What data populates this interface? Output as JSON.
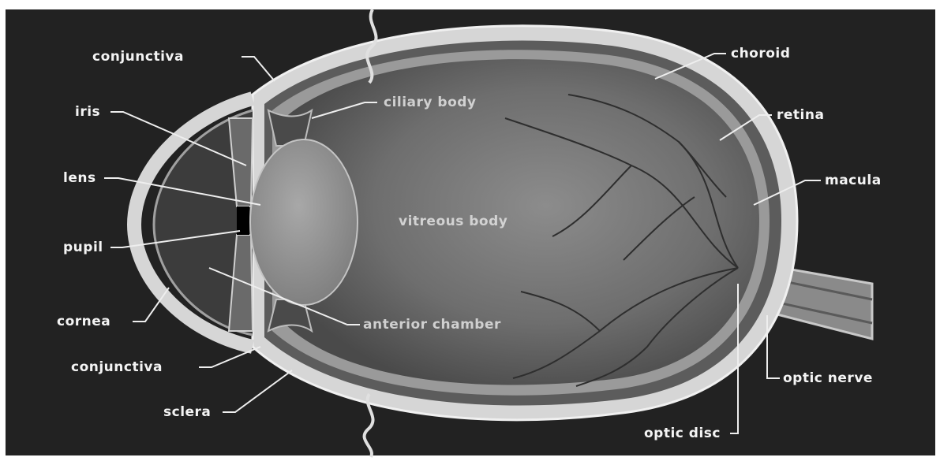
{
  "figure": {
    "background": "#222222",
    "labels": {
      "conjunctiva_top": "conjunctiva",
      "iris": "iris",
      "lens": "lens",
      "pupil": "pupil",
      "cornea": "cornea",
      "conjunctiva_bottom": "conjunctiva",
      "sclera": "sclera",
      "ciliary_body": "ciliary body",
      "vitreous_body": "vitreous body",
      "anterior_chamber": "anterior chamber",
      "choroid": "choroid",
      "retina": "retina",
      "macula": "macula",
      "optic_nerve": "optic nerve",
      "optic_disc": "optic disc"
    }
  }
}
